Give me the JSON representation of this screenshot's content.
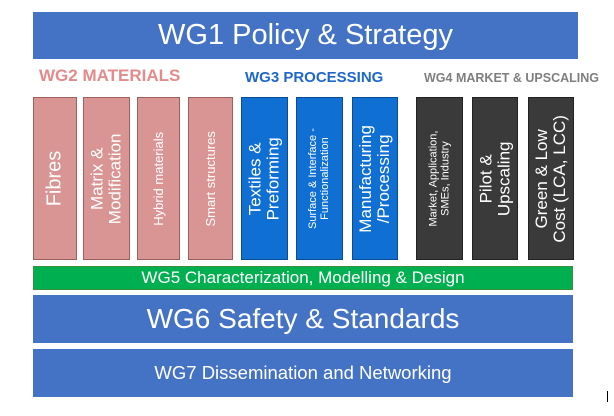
{
  "wg1": {
    "label": "WG1 Policy & Strategy"
  },
  "wg2": {
    "title": "WG2 MATERIALS",
    "items": [
      {
        "label": "Fibres"
      },
      {
        "label_line1": "Matrix &",
        "label_line2": "Modification"
      },
      {
        "label": "Hybrid materials"
      },
      {
        "label": "Smart structures"
      }
    ]
  },
  "wg3": {
    "title": "WG3 PROCESSING",
    "items": [
      {
        "label_line1": "Textiles &",
        "label_line2": "Preforming"
      },
      {
        "label_line1": "Surface & Interface -",
        "label_line2": "Functionalization"
      },
      {
        "label_line1": "Manufacturing",
        "label_line2": "/Processing"
      }
    ]
  },
  "wg4": {
    "title": "WG4 MARKET & UPSCALING",
    "items": [
      {
        "label_line1": "Market, Application,",
        "label_line2": "SMEs, Industry"
      },
      {
        "label_line1": "Pilot &",
        "label_line2": "Upscaling"
      },
      {
        "label_line1": "Green & Low",
        "label_line2": "Cost (LCA, LCC)"
      }
    ]
  },
  "wg5": {
    "label": "WG5 Characterization, Modelling & Design"
  },
  "wg6": {
    "label": "WG6 Safety & Standards"
  },
  "wg7": {
    "label": "WG7 Dissemination and Networking"
  },
  "colors": {
    "band_blue": "#4472c4",
    "wg5_green": "#00b050",
    "wg2_pink": "#d99594",
    "wg2_title": "#e58a8a",
    "wg3_blue": "#0f6fd2",
    "wg3_title": "#1f67c9",
    "wg4_dark": "#3a3a3a",
    "wg4_title": "#7f7f7f"
  }
}
